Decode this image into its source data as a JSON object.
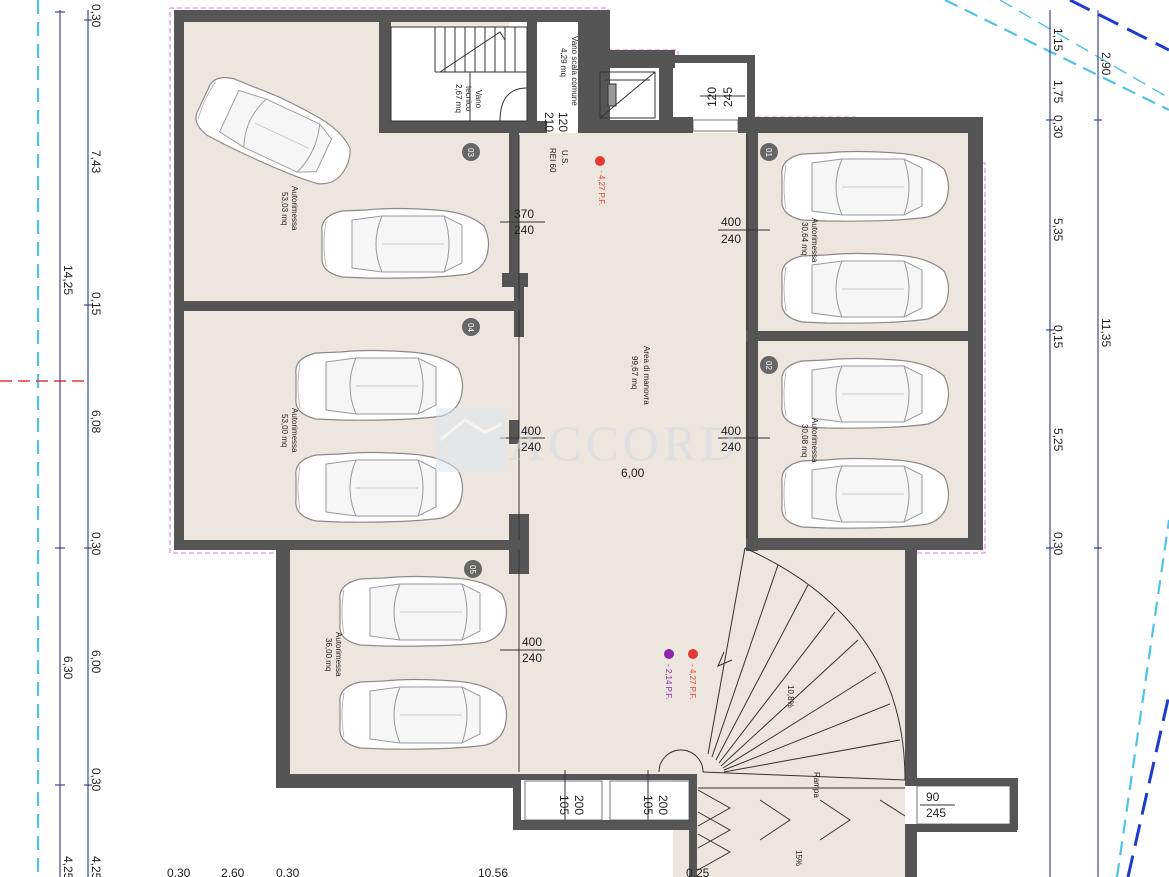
{
  "dims": {
    "left_outer": {
      "total": "14,25",
      "total2": "6,30",
      "bottom": "4,25"
    },
    "left_inner": [
      "0,30",
      "7,43",
      "0,15",
      "6,08",
      "0,30",
      "6,00",
      "0,30",
      "4,25"
    ],
    "right_inner": [
      "1,15",
      "1,75",
      "0,30",
      "5,35",
      "0,15",
      "5,25",
      "0,30"
    ],
    "right_outer": {
      "a": "2,90",
      "b": "11,35"
    },
    "bottom": [
      "0,30",
      "2,60",
      "0,30",
      "10,56",
      "0,25"
    ],
    "width_center": "6,00"
  },
  "openings": [
    {
      "w": "370",
      "h": "240"
    },
    {
      "w": "400",
      "h": "240"
    },
    {
      "w": "400",
      "h": "240"
    },
    {
      "w": "400",
      "h": "240"
    },
    {
      "w": "400",
      "h": "240"
    },
    {
      "w": "120",
      "h": "245"
    },
    {
      "w": "200",
      "h": "105"
    },
    {
      "w": "200",
      "h": "105"
    },
    {
      "w": "90",
      "h": "245"
    },
    {
      "w": "120",
      "h": "210"
    }
  ],
  "rooms": {
    "r03": {
      "num": "03",
      "name": "Autorimessa",
      "area": "53,03 mq"
    },
    "r04": {
      "num": "04",
      "name": "Autorimessa",
      "area": "53,00 mq"
    },
    "r05": {
      "num": "05",
      "name": "Autorimessa",
      "area": "36,00 mq"
    },
    "r01": {
      "num": "01",
      "name": "Autorimessa",
      "area": "30,64 mq"
    },
    "r02": {
      "num": "02",
      "name": "Autorimessa",
      "area": "30,08 mq"
    },
    "manovra": {
      "name": "Area di manovra",
      "area": "99,67 mq"
    },
    "scala": {
      "name": "Vano scala comune",
      "area": "4,29 mq"
    },
    "tecnico": {
      "name1": "Vano",
      "name2": "tecnico",
      "area": "2,67 mq"
    }
  },
  "labels": {
    "us1": "U.S.",
    "us2": "REI 60",
    "level1": "- 4,27 P.F.",
    "level2": "- 4,27 P.F.",
    "level3": "- 2,14 P.F.",
    "rampa": "Rampa",
    "slope1": "10,8%",
    "slope2": "15%",
    "watermark": "ACCORD"
  },
  "colors": {
    "wall": "#555555",
    "floor": "#ece6df",
    "guide": "#4fc3e6",
    "dimline": "#1a237e",
    "blue": "#1e3bd1",
    "pink": "#e67ad0",
    "red": "#e53935",
    "purple": "#8e24aa"
  }
}
